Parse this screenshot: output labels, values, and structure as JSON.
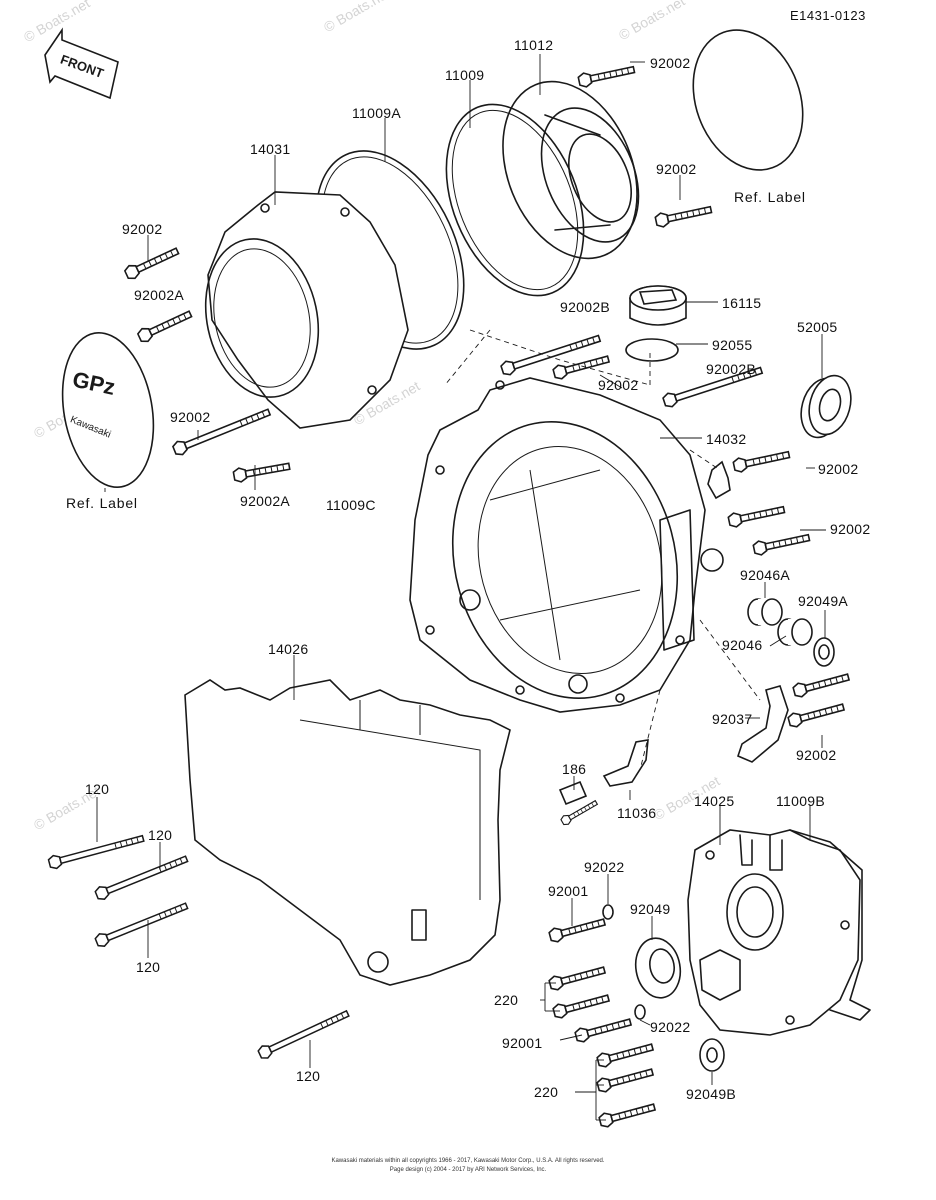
{
  "diagram_code": "E1431-0123",
  "front_arrow_label": "FRONT",
  "badge": {
    "logo": "GPz",
    "brand": "Kawasaki"
  },
  "watermark": "© Boats.net",
  "labels": {
    "p11012": "11012",
    "p92002_top": "92002",
    "p11009": "11009",
    "p11009A": "11009A",
    "p14031": "14031",
    "p92002_mid": "92002",
    "ref_label_right": "Ref. Label",
    "p92002_left": "92002",
    "p92002A_left": "92002A",
    "p92002B_a": "92002B",
    "p16115": "16115",
    "p92055": "92055",
    "p52005": "52005",
    "p92002_c": "92002",
    "p92002B_b": "92002B",
    "p92002_d": "92002",
    "p14032": "14032",
    "p92002_e": "92002",
    "p92002A_b": "92002A",
    "p11009C": "11009C",
    "ref_label_left": "Ref. Label",
    "p92002_f": "92002",
    "p92046A": "92046A",
    "p92049A": "92049A",
    "p92046": "92046",
    "p14026": "14026",
    "p92037": "92037",
    "p92002_g": "92002",
    "p186": "186",
    "p11036": "11036",
    "p14025": "14025",
    "p11009B": "11009B",
    "p120_a": "120",
    "p120_b": "120",
    "p92022_a": "92022",
    "p92001_a": "92001",
    "p92049": "92049",
    "p120_c": "120",
    "p220_a": "220",
    "p92022_b": "92022",
    "p92001_b": "92001",
    "p220_b": "220",
    "p92049B": "92049B",
    "p120_d": "120"
  },
  "copyright": {
    "line1": "Kawasaki materials within all copyrights 1966 - 2017, Kawasaki Motor Corp., U.S.A.  All rights reserved.",
    "line2": "Page design (c) 2004 - 2017 by ARI Network Services, Inc."
  }
}
